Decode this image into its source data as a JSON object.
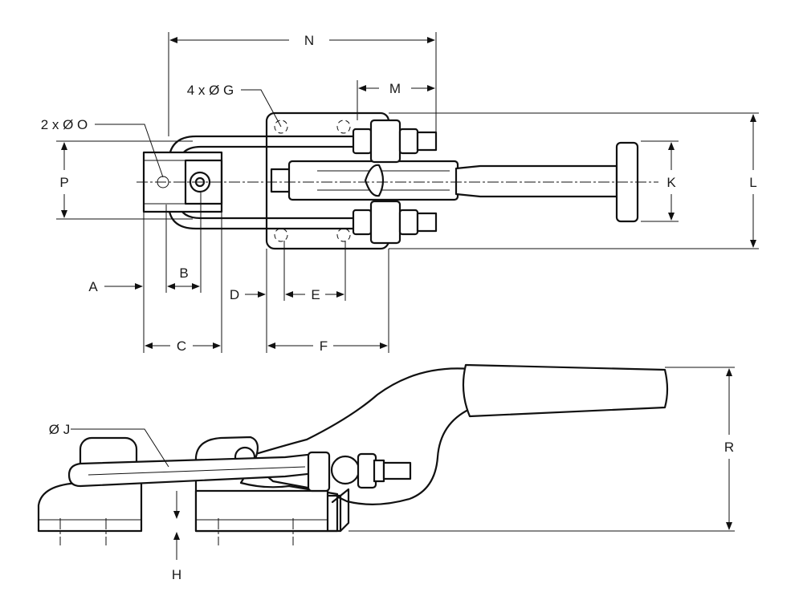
{
  "labels": {
    "N": "N",
    "M": "M",
    "G": "4 x Ø G",
    "O": "2 x Ø O",
    "P": "P",
    "K": "K",
    "L": "L",
    "A": "A",
    "B": "B",
    "C": "C",
    "D": "D",
    "E": "E",
    "F": "F",
    "J": "Ø J",
    "R": "R",
    "H": "H"
  },
  "colors": {
    "line": "#111111",
    "background": "#ffffff"
  }
}
